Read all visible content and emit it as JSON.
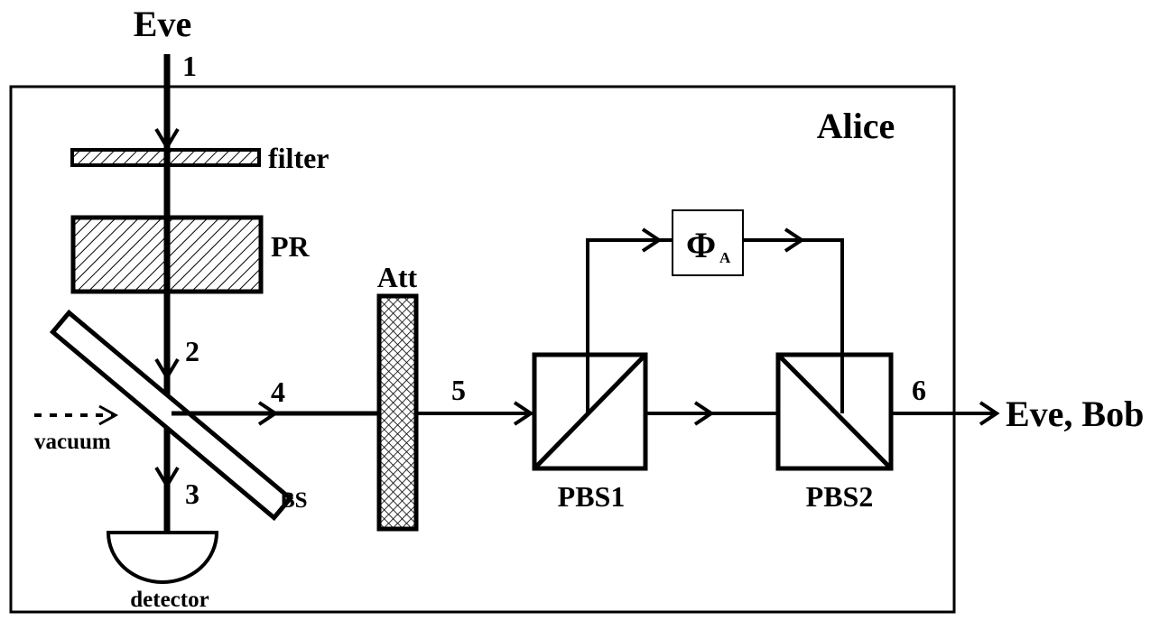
{
  "labels": {
    "source": "Eve",
    "box_title": "Alice",
    "filter": "filter",
    "pr": "PR",
    "att": "Att",
    "bs": "BS",
    "vacuum": "vacuum",
    "detector": "detector",
    "pbs1": "PBS1",
    "pbs2": "PBS2",
    "phase_symbol": "Φ",
    "phase_subscript": "A",
    "output": "Eve, Bob"
  },
  "ports": {
    "p1": "1",
    "p2": "2",
    "p3": "3",
    "p4": "4",
    "p5": "5",
    "p6": "6"
  }
}
